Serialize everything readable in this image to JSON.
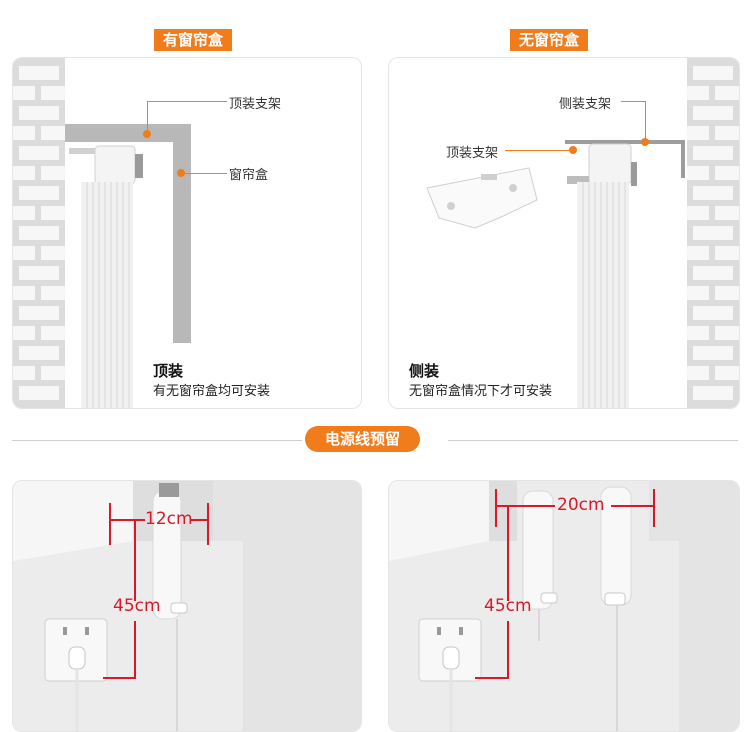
{
  "sections": {
    "with_box_tag": "有窗帘盒",
    "without_box_tag": "无窗帘盒",
    "power_tag": "电源线预留"
  },
  "left_panel": {
    "label_top_bracket": "顶装支架",
    "label_curtain_box": "窗帘盒",
    "title": "顶装",
    "subtitle": "有无窗帘盒均可安装"
  },
  "right_panel": {
    "label_side_bracket": "侧装支架",
    "label_top_bracket": "顶装支架",
    "title": "侧装",
    "subtitle": "无窗帘盒情况下才可安装"
  },
  "bottom_left": {
    "width_label": "12cm",
    "height_label": "45cm"
  },
  "bottom_right": {
    "width_label": "20cm",
    "height_label": "45cm"
  },
  "colors": {
    "accent": "#f07c1c",
    "measure_red": "#d8192a"
  }
}
